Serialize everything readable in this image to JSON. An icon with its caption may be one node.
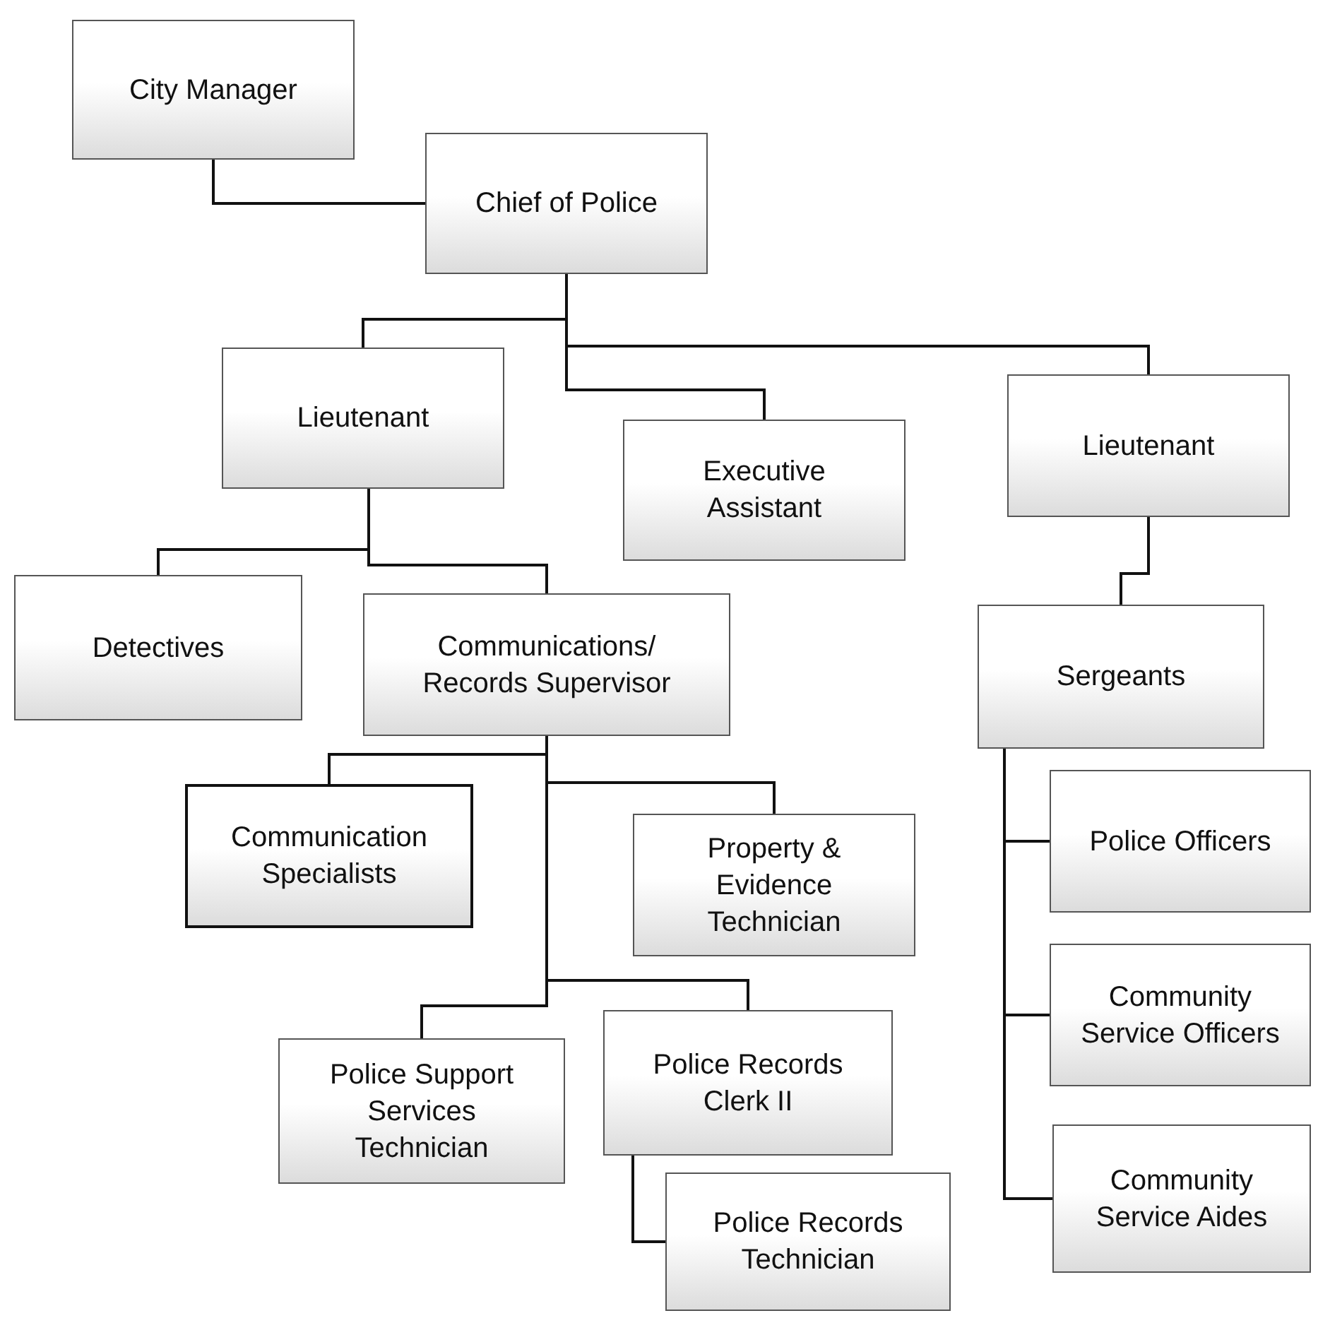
{
  "diagram": {
    "nodes": [
      {
        "text": [
          "City Manager"
        ]
      },
      {
        "text": [
          "Chief of Police"
        ]
      },
      {
        "text": [
          "Lieutenant"
        ]
      },
      {
        "text": [
          "Executive Assistant"
        ]
      },
      {
        "text": [
          "Lieutenant"
        ]
      },
      {
        "text": [
          "Detectives"
        ]
      },
      {
        "text": [
          "Communications/ Records Supervisor"
        ]
      },
      {
        "text": [
          "Communication Specialists"
        ]
      },
      {
        "text": [
          "Property & Evidence Technician"
        ]
      },
      {
        "text": [
          "Police Support Services Technician"
        ]
      },
      {
        "text": [
          "Police Records Clerk II"
        ]
      },
      {
        "text": [
          "Police Records Technician"
        ]
      },
      {
        "text": [
          "Sergeants"
        ]
      },
      {
        "text": [
          "Police Officers"
        ]
      },
      {
        "text": [
          "Community Service Officers"
        ]
      },
      {
        "text": [
          "Community Service Aides"
        ]
      }
    ],
    "edges": [
      {
        "from": 0,
        "to": 1,
        "arrow": "none"
      },
      {
        "from": 1,
        "to": 2,
        "arrow": "none"
      },
      {
        "from": 1,
        "to": 3,
        "arrow": "none"
      },
      {
        "from": 1,
        "to": 4,
        "arrow": "none"
      },
      {
        "from": 2,
        "to": 5,
        "arrow": "none"
      },
      {
        "from": 2,
        "to": 6,
        "arrow": "none"
      },
      {
        "from": 6,
        "to": 7,
        "arrow": "none"
      },
      {
        "from": 6,
        "to": 8,
        "arrow": "none"
      },
      {
        "from": 6,
        "to": 9,
        "arrow": "none"
      },
      {
        "from": 6,
        "to": 10,
        "arrow": "none"
      },
      {
        "from": 10,
        "to": 11,
        "arrow": "none"
      },
      {
        "from": 4,
        "to": 12,
        "arrow": "none"
      },
      {
        "from": 12,
        "to": 13,
        "arrow": "none"
      },
      {
        "from": 12,
        "to": 14,
        "arrow": "none"
      },
      {
        "from": 12,
        "to": 15,
        "arrow": "none"
      }
    ]
  }
}
